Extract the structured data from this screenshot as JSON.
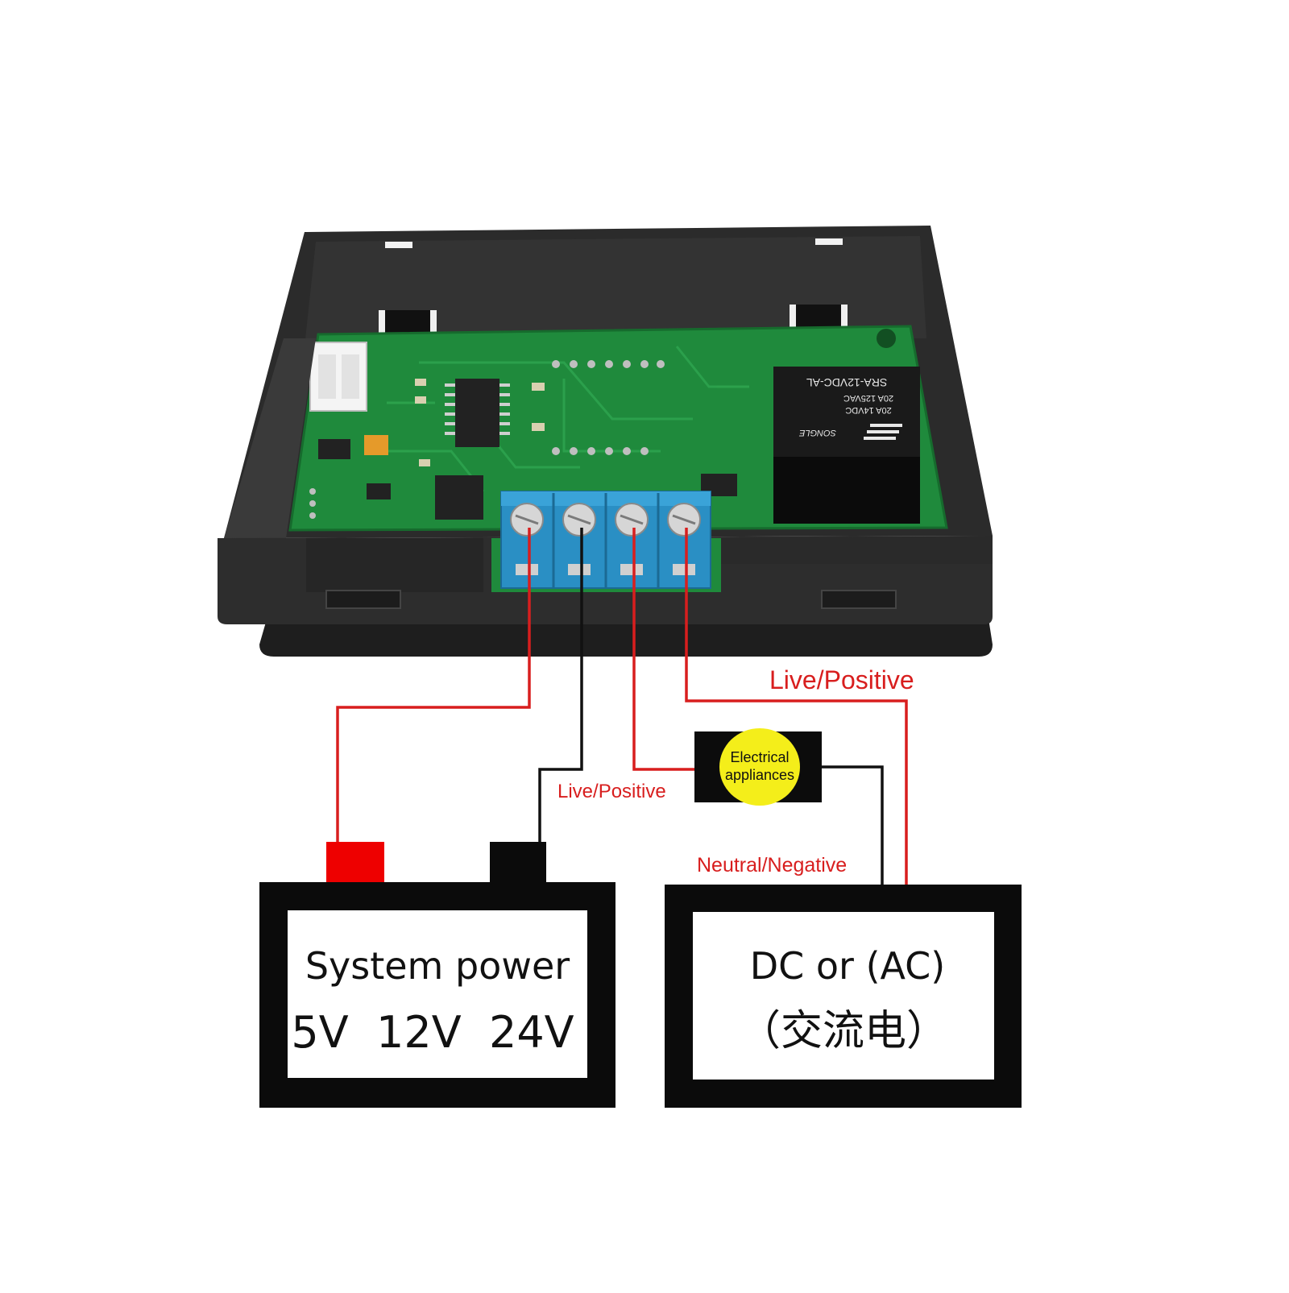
{
  "module": {
    "relay": {
      "line1": "SRA-12VDC-AL",
      "line2": "20A 125VAC",
      "line3": "20A 14VDC",
      "brand": "SONGLE"
    }
  },
  "labels": {
    "live_positive_top": "Live/Positive",
    "live_positive_mid": "Live/Positive",
    "neutral_negative": "Neutral/Negative"
  },
  "appliance": {
    "line1": "Electrical",
    "line2": "appliances"
  },
  "system_power": {
    "title": "System power",
    "voltages": "5V  12V  24V"
  },
  "load_power": {
    "title": "DC or (AC)",
    "subtitle": "（交流电）"
  },
  "colors": {
    "wire_red": "#d81e1e",
    "wire_black": "#111111",
    "terminal_red": "#ee0000",
    "terminal_blue": "#2a8fc4",
    "pcb_green": "#1f8a3c",
    "appliance_yellow": "#f4ee1a"
  }
}
